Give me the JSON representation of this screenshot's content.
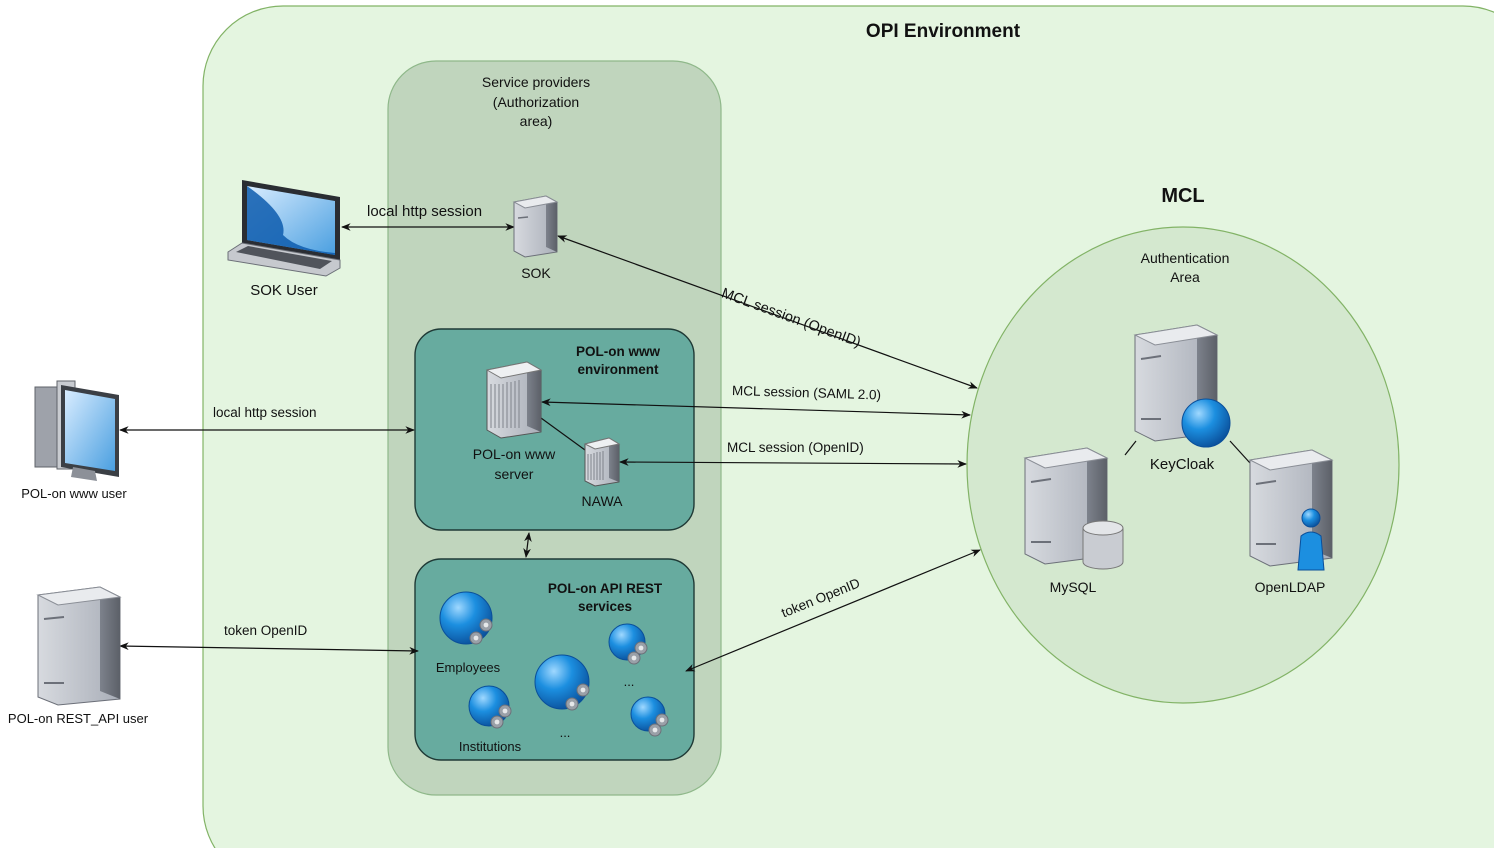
{
  "containers": {
    "opi_environment": "OPI Environment",
    "service_providers": "Service providers (Authorization area)",
    "mcl_title": "MCL",
    "authentication_area": "Authentication Area",
    "polon_www_env": "POL-on www environment",
    "polon_api_rest": "POL-on API REST services"
  },
  "nodes": {
    "sok_user": "SOK User",
    "sok": "SOK",
    "polon_www_user": "POL-on www user",
    "polon_rest_api_user": "POL-on REST_API user",
    "polon_www_server": "POL-on www server",
    "nawa": "NAWA",
    "keycloak": "KeyCloak",
    "mysql": "MySQL",
    "openldap": "OpenLDAP",
    "employees": "Employees",
    "institutions": "Institutions",
    "ellipsis_1": "...",
    "ellipsis_2": "..."
  },
  "connections": {
    "sok_local": "local http session",
    "www_local": "local http session",
    "rest_token": "token OpenID",
    "sok_mcl": "MCL session (OpenID)",
    "www_saml": "MCL session (SAML 2.0)",
    "nawa_openid": "MCL session (OpenID)",
    "api_token": "token OpenID"
  },
  "colors": {
    "opi_fill": "#e4f5e0",
    "opi_stroke": "#82b366",
    "sp_fill": "#c0d5bd",
    "sp_stroke": "#8fb88a",
    "env_fill": "#67ab9f",
    "env_stroke": "#1f3a36",
    "auth_fill": "#d4e8cf",
    "server": "#b9bdc6",
    "globe": "#1c8fe0"
  },
  "icons": [
    "laptop-icon",
    "desktop-icon",
    "server-icon",
    "globe-gear-icon",
    "database-icon",
    "user-icon"
  ]
}
